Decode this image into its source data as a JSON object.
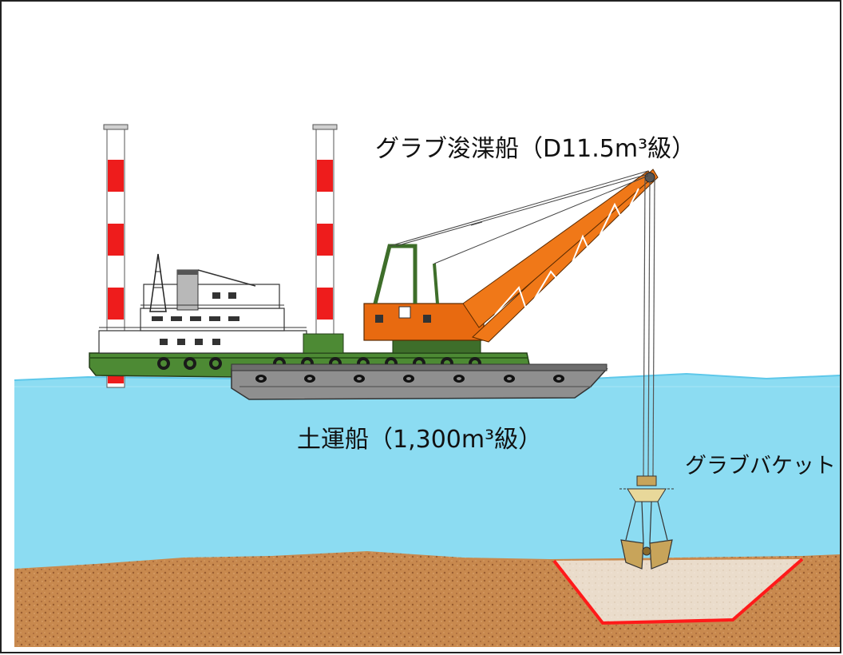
{
  "labels": {
    "dredger": "グラブ浚渫船（D11.5m³級）",
    "barge": "土運船（1,300m³級）",
    "bucket": "グラブバケット"
  },
  "colors": {
    "sky": "#ffffff",
    "water": "#8cdcf2",
    "water_surface": "#5ec8ea",
    "seabed": "#c8894e",
    "seabed_speckle": "#a7683a",
    "excavated_sand": "#eadccb",
    "excavation_outline": "#ff1a1a",
    "crane_boom": "#f07818",
    "crane_body": "#e86a10",
    "dredger_hull": "#4d8a34",
    "barge_hull": "#8f8f8f",
    "spud_red": "#ee1c1c",
    "spud_white": "#ffffff",
    "bucket": "#c8a45a",
    "frame_border": "#222222"
  },
  "icons": {
    "dredger": "grab-dredger-ship-icon",
    "barge": "hopper-barge-icon",
    "bucket": "grab-bucket-icon"
  }
}
